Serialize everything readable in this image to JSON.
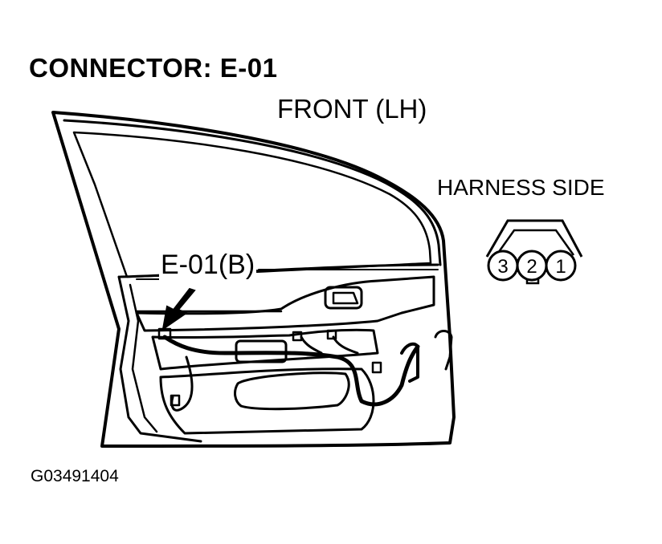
{
  "diagram": {
    "title": "CONNECTOR: E-01",
    "subtitle": "FRONT (LH)",
    "connector_view_label": "HARNESS SIDE",
    "callout_label": "E-01(B)",
    "figure_id": "G03491404",
    "pins": [
      "3",
      "2",
      "1"
    ]
  }
}
